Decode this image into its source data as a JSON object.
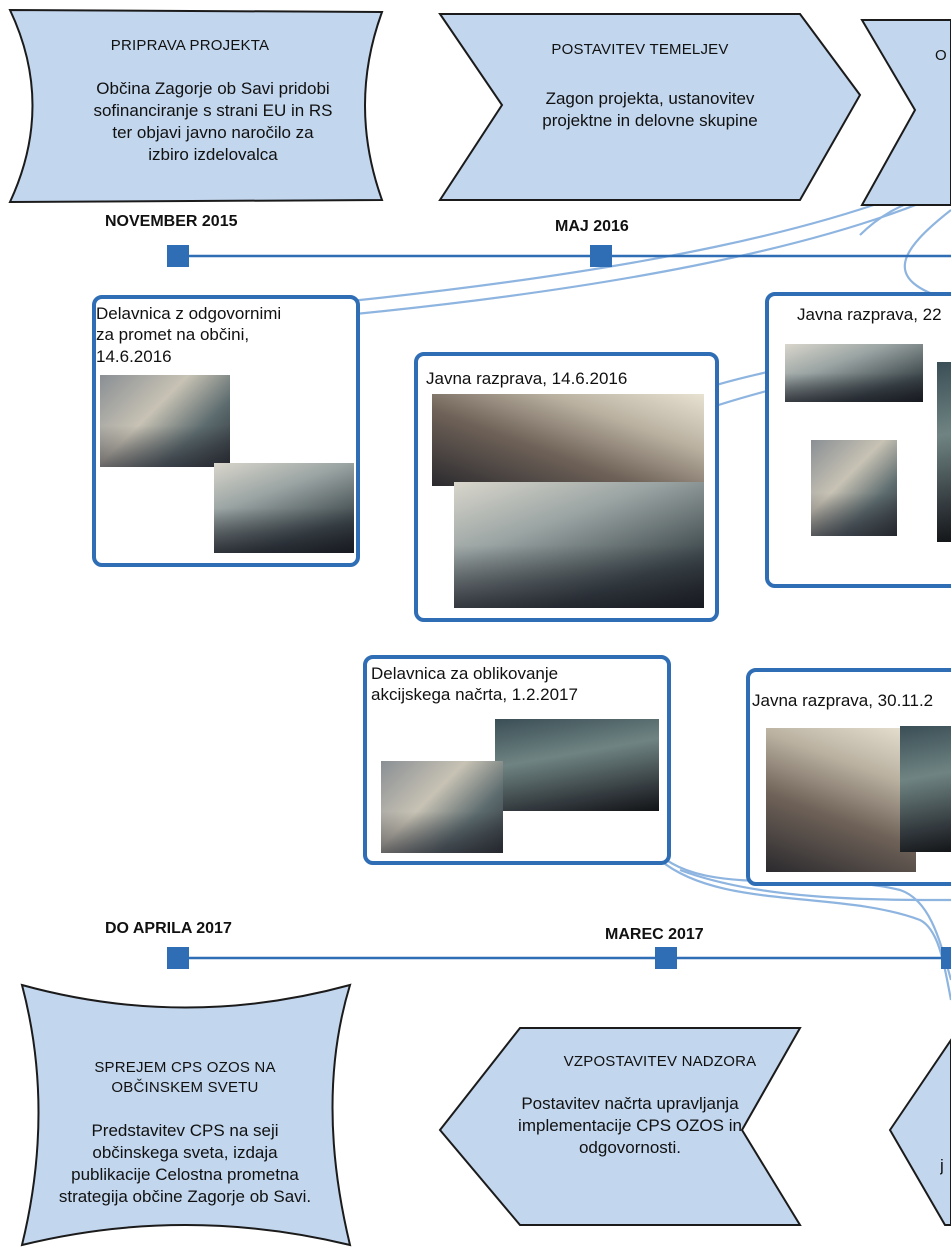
{
  "steps": {
    "priprava": {
      "title": "PRIPRAVA PROJEKTA",
      "body": "Občina Zagorje ob Savi pridobi\nsofinanciranje s strani EU in RS\nter objavi javno naročilo za\nizbiro izdelovalca"
    },
    "temelji": {
      "title": "POSTAVITEV TEMELJEV",
      "body": "Zagon projekta, ustanovitev\nprojektne in delovne skupine"
    },
    "tretji_cut": {
      "title": "O"
    },
    "sprejem": {
      "title": "SPREJEM CPS OZOS NA\nOBČINSKEM  SVETU",
      "body": "Predstavitev CPS na seji\nobčinskega sveta, izdaja\npublikacije Celostna prometna\nstrategija občine Zagorje ob Savi."
    },
    "nadzor": {
      "title": "VZPOSTAVITEV NADZORA",
      "body": "Postavitev načrta upravljanja\nimplementacije CPS OZOS in\nodgovornosti."
    },
    "desno_cut": {
      "body": "j"
    }
  },
  "dates": {
    "nov2015": "NOVEMBER 2015",
    "maj2016": "MAJ 2016",
    "apr2017": "DO APRILA 2017",
    "mar2017": "MAREC 2017"
  },
  "cards": {
    "delavnica_promet": "Delavnica z odgovornimi\nza promet na občini,\n14.6.2016",
    "javna_14_6": "Javna razprava, 14.6.2016",
    "javna_22": "Javna razprava, 22",
    "delavnica_akcijski": "Delavnica za oblikovanje\nakcijskega načrta, 1.2.2017",
    "javna_30_11": "Javna razprava, 30.11.2"
  },
  "colors": {
    "shape_fill": "#c2d6ee",
    "shape_stroke": "#1b1b1b",
    "timeline": "#2f6db5",
    "card_border": "#2f6db5",
    "connector": "#8eb4e0"
  }
}
